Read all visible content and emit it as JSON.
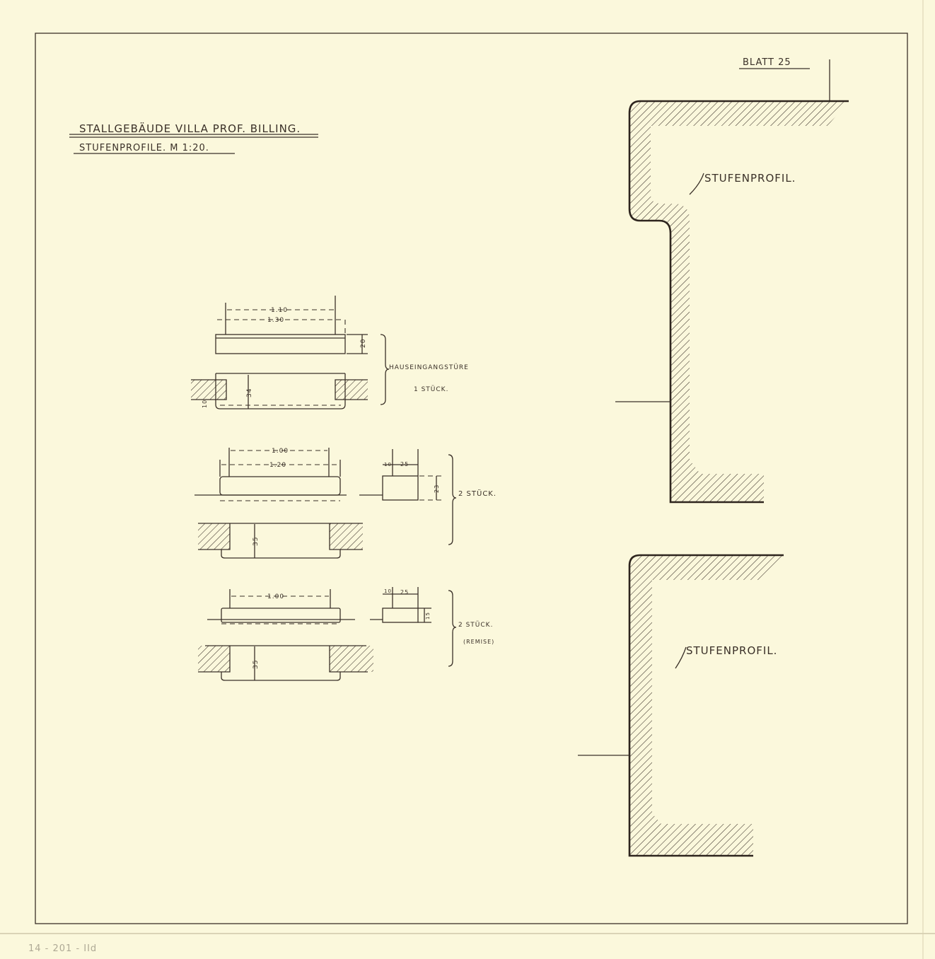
{
  "sheet": {
    "title": "STALLGEBÄUDE VILLA PROF. BILLING.",
    "subtitle": "STUFENPROFILE. M 1:20.",
    "sheet_number": "BLATT 25",
    "archive_mark": "14 - 201 - IId"
  },
  "step1": {
    "dim_inner": "1.10",
    "dim_outer": "1.30",
    "dim_height": "20",
    "dim_depth": "34",
    "dim_offset": "10",
    "label": "HAUSEINGANGSTÜRE",
    "count": "1 STÜCK."
  },
  "step2": {
    "dim_inner": "1.00",
    "dim_outer": "1.20",
    "sec_a": "10",
    "sec_b": "25",
    "sec_h": "23",
    "dim_depth": "35",
    "count": "2 STÜCK."
  },
  "step3": {
    "dim_inner": "1.00",
    "sec_a": "10",
    "sec_b": "25",
    "sec_h": "15",
    "dim_depth": "35",
    "count": "2 STÜCK.",
    "note": "(REMISE)"
  },
  "profiles": [
    {
      "label": "STUFENPROFIL."
    },
    {
      "label": "STUFENPROFIL."
    }
  ]
}
